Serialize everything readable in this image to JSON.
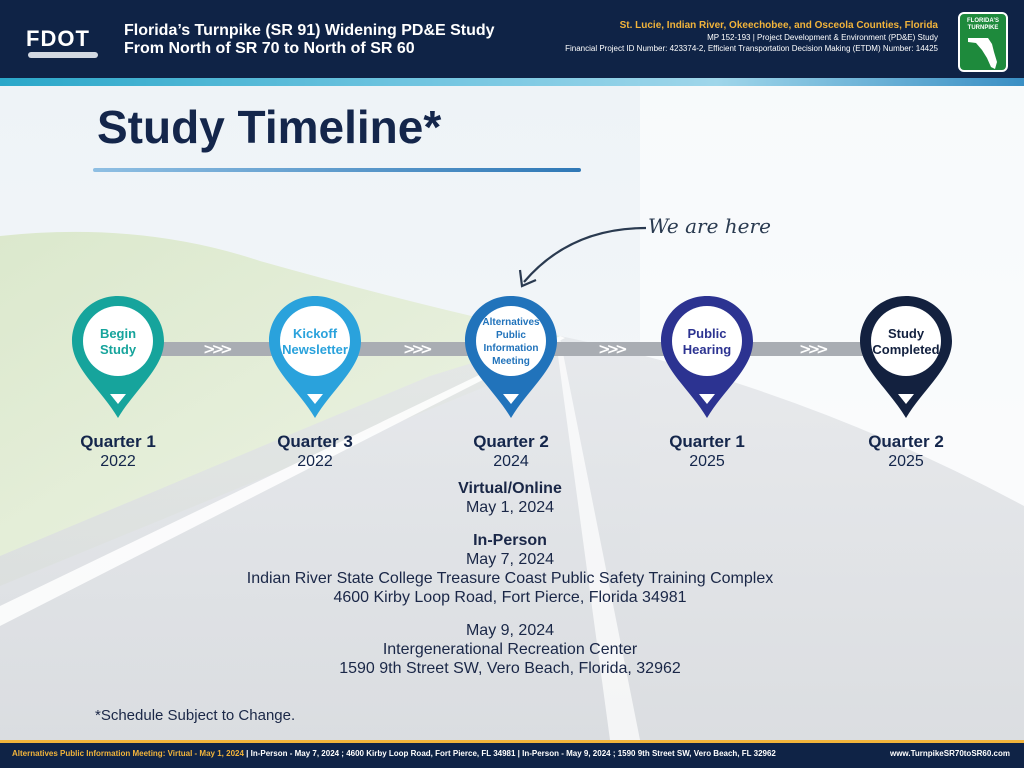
{
  "header": {
    "logo_text": "FDOT",
    "title_line1": "Florida’s Turnpike (SR 91) Widening PD&E Study",
    "title_line2": "From North of SR 70 to North of SR 60",
    "counties": "St. Lucie, Indian River, Okeechobee, and Osceola Counties, Florida",
    "project_line": "MP 152-193 | Project Development & Environment (PD&E) Study",
    "id_line": "Financial Project ID Number: 423374-2, Efficient Transportation Decision Making (ETDM) Number: 14425",
    "badge_text": "FLORIDA’S TURNPIKE"
  },
  "page": {
    "title": "Study Timeline*",
    "annotation": "We are here",
    "footnote": "*Schedule Subject to Change."
  },
  "milestones": [
    {
      "label": "Begin Study",
      "quarter": "Quarter 1",
      "year": "2022",
      "color": "#16a49c"
    },
    {
      "label": "Kickoff Newsletter",
      "quarter": "Quarter 3",
      "year": "2022",
      "color": "#2aa2dc"
    },
    {
      "label": "Alternatives Public Information Meeting",
      "quarter": "Quarter 2",
      "year": "2024",
      "color": "#2173bb"
    },
    {
      "label": "Public Hearing",
      "quarter": "Quarter 1",
      "year": "2025",
      "color": "#2c3391"
    },
    {
      "label": "Study Completed",
      "quarter": "Quarter 2",
      "year": "2025",
      "color": "#13213f"
    }
  ],
  "details": {
    "virtual_heading": "Virtual/Online",
    "virtual_date": "May 1, 2024",
    "inperson_heading": "In-Person",
    "date1": "May 7, 2024",
    "venue1": "Indian River State College Treasure Coast Public Safety Training Complex",
    "address1": "4600 Kirby Loop Road, Fort Pierce, Florida 34981",
    "date2": "May 9, 2024",
    "venue2": "Intergenerational Recreation Center",
    "address2": "1590 9th Street SW, Vero Beach, Florida, 32962"
  },
  "footer": {
    "highlight": "Alternatives Public Information Meeting: Virtual - May 1, 2024",
    "rest": "  | In-Person - May 7, 2024 ; 4600 Kirby Loop Road, Fort Pierce, FL 34981  |  In-Person - May 9, 2024 ; 1590 9th Street SW, Vero Beach, FL 32962",
    "website": "www.TurnpikeSR70toSR60.com"
  }
}
